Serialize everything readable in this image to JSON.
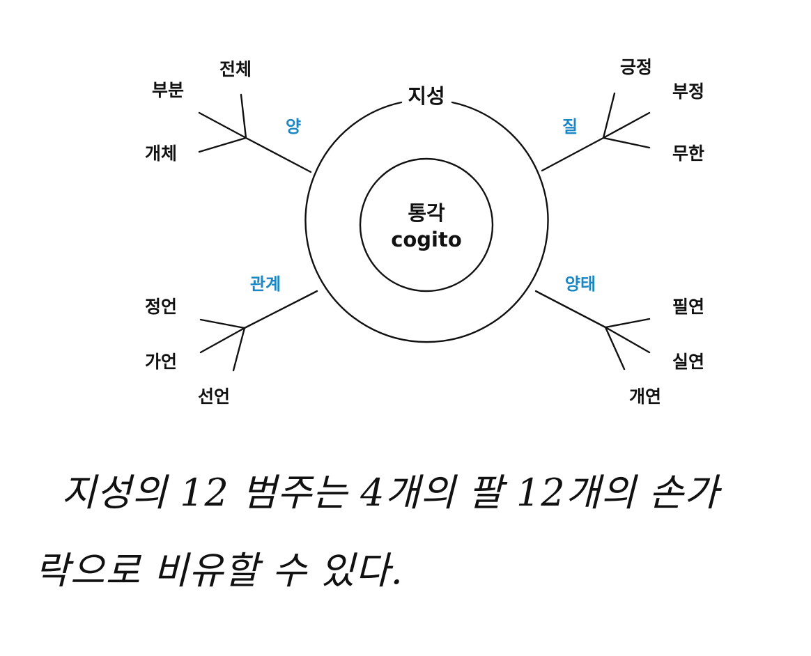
{
  "diagram": {
    "outer_circle_label": "지성",
    "center": {
      "title": "통각",
      "subtitle": "cogito"
    },
    "category_color": "#1a87c4",
    "arms": [
      {
        "id": "quantity",
        "category": "양",
        "leaves": [
          "전체",
          "부분",
          "개체"
        ]
      },
      {
        "id": "quality",
        "category": "질",
        "leaves": [
          "긍정",
          "부정",
          "무한"
        ]
      },
      {
        "id": "relation",
        "category": "관계",
        "leaves": [
          "정언",
          "가언",
          "선언"
        ]
      },
      {
        "id": "modality",
        "category": "양태",
        "leaves": [
          "필연",
          "실연",
          "개연"
        ]
      }
    ]
  },
  "caption": {
    "line1": "지성의 12 범주는 4개의 팔 12개의 손가",
    "line2": "락으로 비유할 수 있다."
  }
}
